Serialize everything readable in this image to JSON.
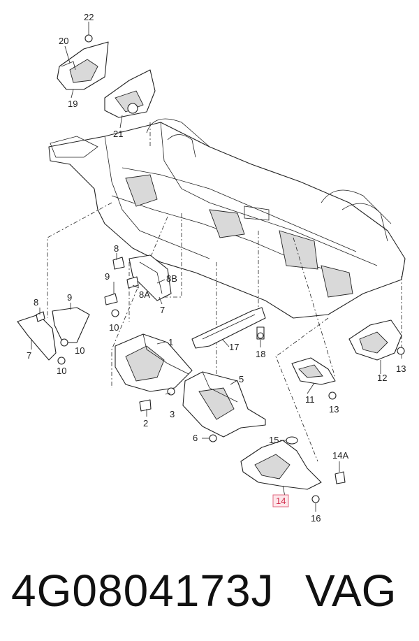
{
  "diagram": {
    "labels": {
      "l22": "22",
      "l20": "20",
      "l19": "19",
      "l21": "21",
      "l8a": "8",
      "l9a": "9",
      "l8Aa": "8A",
      "l8B": "8B",
      "l7a": "7",
      "l10a": "10",
      "l8b": "8",
      "l9b": "9",
      "l7b": "7",
      "l10b": "10",
      "l10c": "10",
      "l1": "1",
      "l3": "3",
      "l2": "2",
      "l17": "17",
      "l18": "18",
      "l5": "5",
      "l6": "6",
      "l11": "11",
      "l13a": "13",
      "l12": "12",
      "l13b": "13",
      "l15": "15",
      "l14A": "14A",
      "l14": "14",
      "l16": "16"
    }
  },
  "footer": {
    "part_number": "4G0804173J",
    "brand": "VAG"
  }
}
